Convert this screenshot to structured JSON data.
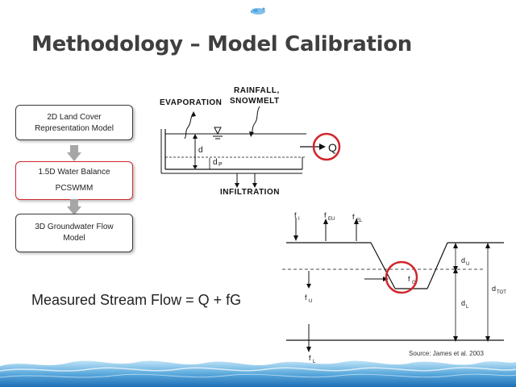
{
  "slide": {
    "title": "Methodology – Model Calibration",
    "flowchart": {
      "boxes": [
        {
          "lines": [
            "2D Land Cover",
            "Representation Model"
          ],
          "highlighted": false
        },
        {
          "lines": [
            "1.5D Water Balance",
            "PCSWMM"
          ],
          "highlighted": true
        },
        {
          "lines": [
            "3D Groundwater Flow",
            "Model"
          ],
          "highlighted": false
        }
      ]
    },
    "channel_diagram": {
      "evaporation_label": "EVAPORATION",
      "rainfall_label": "RAINFALL,",
      "snowmelt_label": "SNOWMELT",
      "infiltration_label": "INFILTRATION",
      "outflow_label": "Q",
      "depth_label": "d",
      "dp_label": "d",
      "dp_sub": "P"
    },
    "storage_diagram": {
      "labels": {
        "fI": {
          "main": "f",
          "sub": "I"
        },
        "fEU": {
          "main": "f",
          "sub": "EU"
        },
        "fEL": {
          "main": "f",
          "sub": "EL"
        },
        "fG": {
          "main": "f",
          "sub": "G"
        },
        "fU": {
          "main": "f",
          "sub": "U"
        },
        "fL": {
          "main": "f",
          "sub": "L"
        },
        "dU": {
          "main": "d",
          "sub": "U"
        },
        "dL": {
          "main": "d",
          "sub": "L"
        },
        "dTOT": {
          "main": "d",
          "sub": "TOT"
        }
      }
    },
    "equation": "Measured Stream Flow = Q + fG",
    "source": "Source: James et al. 2003",
    "colors": {
      "title": "#3f3f3f",
      "highlight": "#d0262b",
      "water": "#3a8fd6"
    }
  }
}
